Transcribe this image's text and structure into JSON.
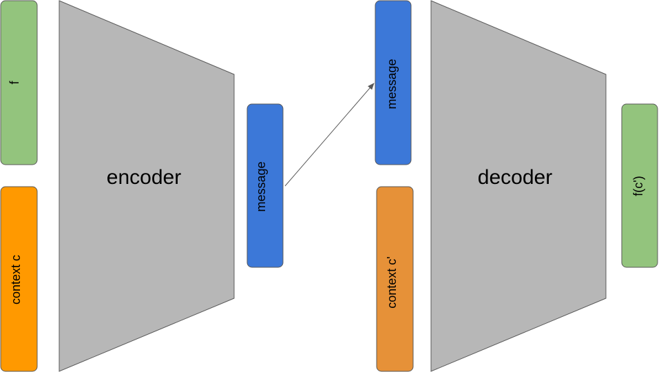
{
  "colors": {
    "green": "#93c47d",
    "orange": "#ff9900",
    "orange_light": "#e69138",
    "blue": "#3c78d8",
    "gray": "#b7b7b7",
    "border": "#595959"
  },
  "inputs": {
    "f_label": "f",
    "context_label": "context c"
  },
  "encoder": {
    "label": "encoder"
  },
  "channel": {
    "sent_message_label": "message",
    "received_message_label": "message"
  },
  "decoder": {
    "label": "decoder",
    "context_label": "context c'"
  },
  "output": {
    "label": "f(c')"
  }
}
